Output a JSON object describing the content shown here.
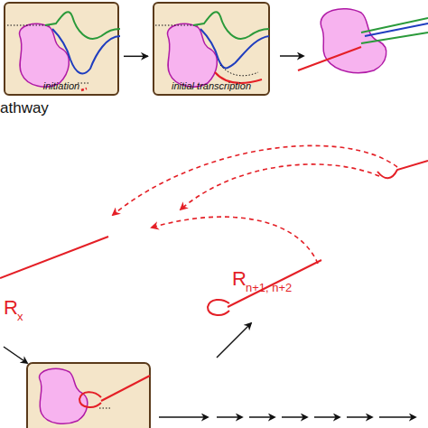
{
  "diagram": {
    "nodes": [
      {
        "text": [
          "initiation"
        ]
      },
      {
        "text": [
          "initial transcription"
        ]
      }
    ],
    "edges": [
      {
        "from": 0,
        "to": 1,
        "arrow": "to"
      }
    ],
    "labels": [
      "athway",
      "R",
      "x",
      "R",
      "n+1, n+2"
    ]
  }
}
